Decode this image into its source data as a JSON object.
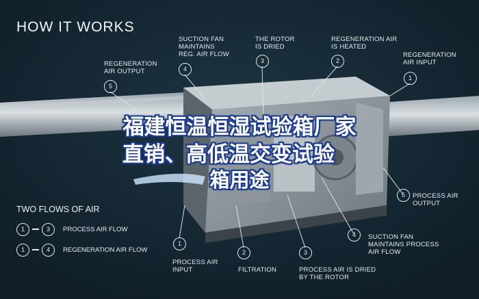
{
  "header": {
    "title": "HOW IT WORKS"
  },
  "callouts": {
    "regen_air_output_top": "REGENERATION\nAIR OUTPUT",
    "suction_fan_regen": "SUCTION FAN\nMAINTAINS\nREG. AIR FLOW",
    "rotor_dried": "THE ROTOR\nIS DRIED",
    "regen_air_heated": "REGENERATION AIR\nIS HEATED",
    "regen_air_input": "REGENERATION\nAIR INPUT",
    "process_air_output": "PROCESS AIR\nOUTPUT",
    "suction_fan_process": "SUCTION FAN\nMAINTAINS PROCESS\nAIR FLOW",
    "process_air_input": "PROCESS AIR\nINPUT",
    "filtration": "FILTRATION",
    "process_air_dried": "PROCESS AIR IS DRIED\nBY THE ROTOR"
  },
  "numbers": {
    "n1": "1",
    "n2": "2",
    "n3": "3",
    "n4": "4",
    "n5": "5"
  },
  "legend": {
    "title": "TWO FLOWS OF AIR",
    "rows": [
      {
        "from": "1",
        "to": "3",
        "label": "PROCESS AIR FLOW"
      },
      {
        "from": "1",
        "to": "4",
        "label": "REGENERATION AIR FLOW"
      }
    ]
  },
  "overlay": {
    "line1": "福建恒温恒湿试验箱厂家",
    "line2": "直销、高低温交变试验",
    "line3": "箱用途"
  },
  "colors": {
    "background": "#0f1d27",
    "overlay_outline": "#1d3d8f",
    "text": "#e6ecf0"
  }
}
